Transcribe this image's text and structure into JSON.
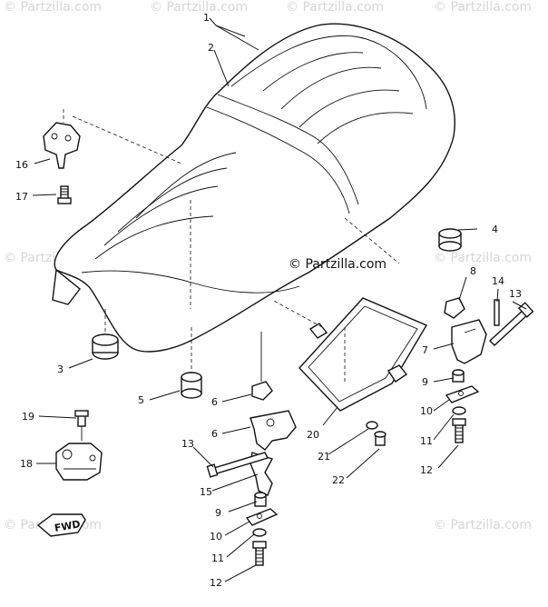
{
  "watermarks": [
    "© Partzilla.com",
    "© Partzilla.com",
    "© Partzilla.com",
    "© Partzilla.com",
    "© Partzilla.com",
    "© Partzilla.com",
    "© Partzilla.com",
    "© Partzilla.com"
  ],
  "central_watermark": "© Partzilla.com",
  "fwd_label": "FWD",
  "callouts": [
    "1",
    "2",
    "3",
    "4",
    "5",
    "6",
    "6",
    "7",
    "8",
    "9",
    "9",
    "10",
    "10",
    "11",
    "11",
    "12",
    "12",
    "13",
    "13",
    "14",
    "15",
    "16",
    "17",
    "18",
    "19",
    "20",
    "21",
    "22"
  ]
}
